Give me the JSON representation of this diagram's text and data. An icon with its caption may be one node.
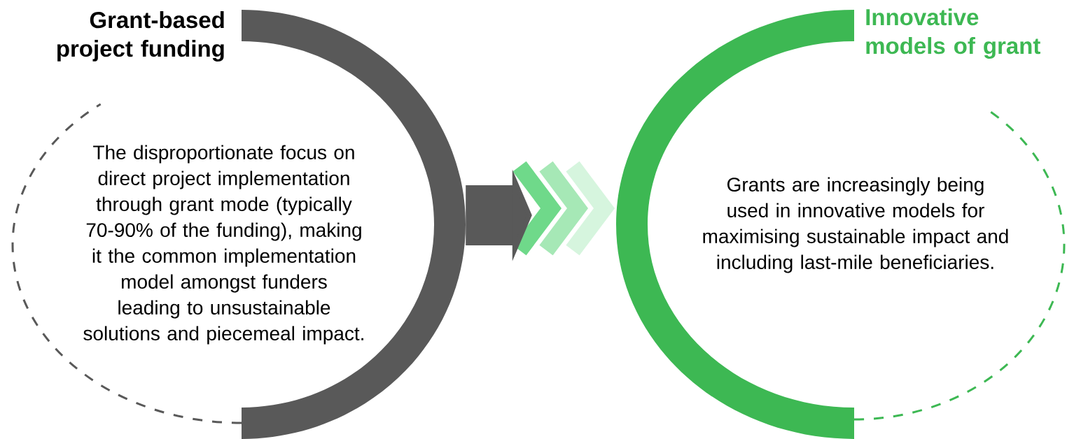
{
  "diagram": {
    "nodes": [
      {
        "text": [
          "Grant-based project funding",
          "The disproportionate focus on direct project implementation through grant mode (typically 70-90% of the funding), making it the common implementation model amongst funders leading to unsustainable solutions and piecemeal impact."
        ]
      },
      {
        "text": [
          "Innovative models of grant",
          "Grants are increasingly being used in innovative models for maximising sustainable impact and including last-mile beneficiaries."
        ]
      }
    ],
    "edges": [
      {
        "from": 0,
        "to": 1,
        "arrow": "to"
      }
    ]
  }
}
